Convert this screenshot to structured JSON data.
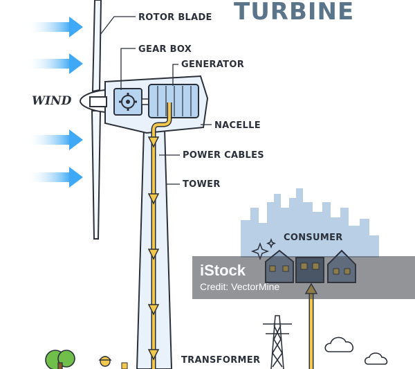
{
  "title": "TURBINE",
  "wind_label": "WIND",
  "labels": {
    "rotor_blade": "ROTOR BLADE",
    "gear_box": "GEAR BOX",
    "generator": "GENERATOR",
    "nacelle": "NACELLE",
    "power_cables": "POWER CABLES",
    "tower": "TOWER",
    "consumer": "CONSUMER",
    "transformer": "TRANSFORMER"
  },
  "watermark": {
    "brand": "iStock",
    "credit": "Credit: VectorMine"
  },
  "colors": {
    "wind_arrow": "#3fa9f5",
    "power_flow": "#f2c94c",
    "outline": "#2b2f3a",
    "title": "#5a7489",
    "city": "#b9cfe6",
    "tower_fill": "#e9f2fb"
  }
}
